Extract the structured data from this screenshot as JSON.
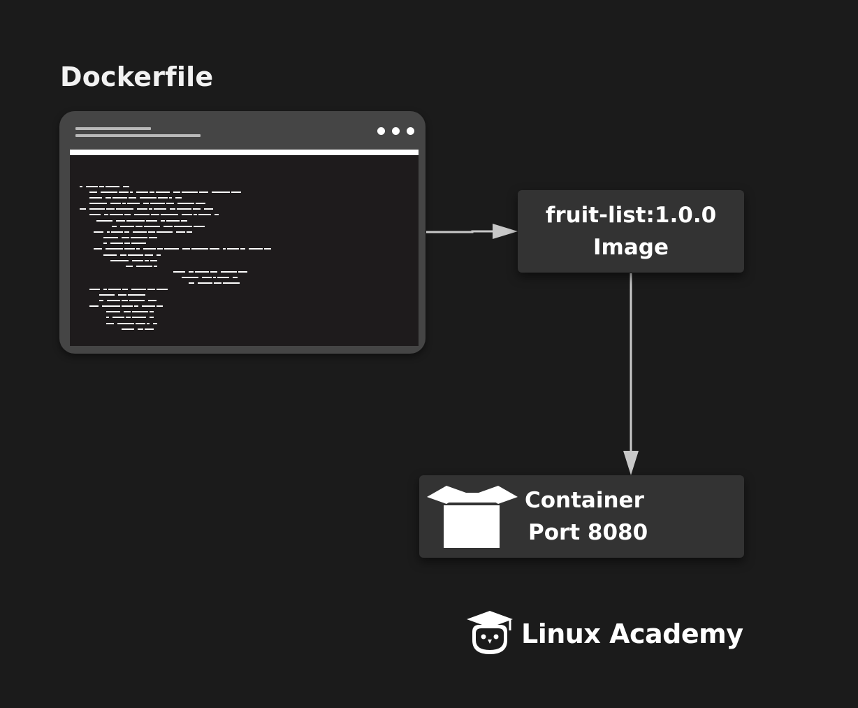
{
  "dockerfile": {
    "title": "Dockerfile"
  },
  "image_node": {
    "line1": "fruit-list:1.0.0",
    "line2": "Image"
  },
  "container_node": {
    "line1": "Container",
    "line2": "Port 8080",
    "icon": "open-box-icon"
  },
  "brand": {
    "name": "Linux Academy",
    "icon": "owl-graduation-cap-icon"
  },
  "colors": {
    "background": "#1b1b1b",
    "editor_frame": "#454545",
    "editor_body": "#1e1b1c",
    "node_fill": "#333333",
    "arrow": "#c8c8c8",
    "text": "#ffffff"
  }
}
